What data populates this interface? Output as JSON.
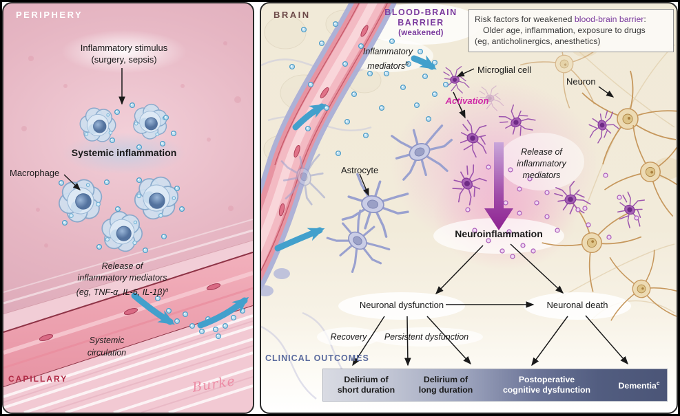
{
  "colors": {
    "accent_purple": "#7b3b9e",
    "accent_magenta": "#cf28a6",
    "accent_blue_arrow": "#42a0cc",
    "capillary_red": "#b02a45",
    "clinical_blue": "#5b6b9e",
    "bar_gradient_start": "#d9dbe3",
    "bar_gradient_end": "#4b5577",
    "panel_left_pink": "#e6b6c3",
    "panel_right_cream": "#f2ebda"
  },
  "periphery": {
    "title": "PERIPHERY",
    "stimulus_line1": "Inflammatory stimulus",
    "stimulus_line2": "(surgery, sepsis)",
    "systemic_inflammation": "Systemic inflammation",
    "macrophage_label": "Macrophage",
    "release_line1": "Release of",
    "release_line2": "inflammatory mediators",
    "release_line3": "(eg, TNF-α, IL-6, IL-1β)",
    "release_sup": "a",
    "circulation_line1": "Systemic",
    "circulation_line2": "circulation",
    "capillary_label": "CAPILLARY",
    "signature": "Burke"
  },
  "brain": {
    "title": "BRAIN",
    "bbb_line1": "BLOOD-BRAIN",
    "bbb_line2": "BARRIER",
    "bbb_line3": "(weakened)",
    "risk_box": {
      "lead": "Risk factors for weakened ",
      "highlight": "blood-brain barrier",
      "colon": ":",
      "line2": "Older age, inflammation, exposure to drugs",
      "line3": "(eg, anticholinergics, anesthetics)"
    },
    "mediators_line1": "Inflammatory",
    "mediators_line2": "mediators",
    "mediators_sup": "b",
    "microglial_label": "Microglial cell",
    "neuron_label": "Neuron",
    "astrocyte_label": "Astrocyte",
    "activation": "Activation",
    "release_line1": "Release of",
    "release_line2": "inflammatory",
    "release_line3": "mediators",
    "neuroinflammation": "Neuroinflammation",
    "neuronal_dysfunction": "Neuronal dysfunction",
    "neuronal_death": "Neuronal death",
    "recovery": "Recovery",
    "persistent": "Persistent dysfunction",
    "clinical_outcomes": "CLINICAL OUTCOMES",
    "outcomes": [
      {
        "line1": "Delirium of",
        "line2": "short duration"
      },
      {
        "line1": "Delirium of",
        "line2": "long duration"
      },
      {
        "line1": "Postoperative",
        "line2": "cognitive dysfunction"
      },
      {
        "line1": "Dementia",
        "sup": "c",
        "line2": ""
      }
    ]
  }
}
